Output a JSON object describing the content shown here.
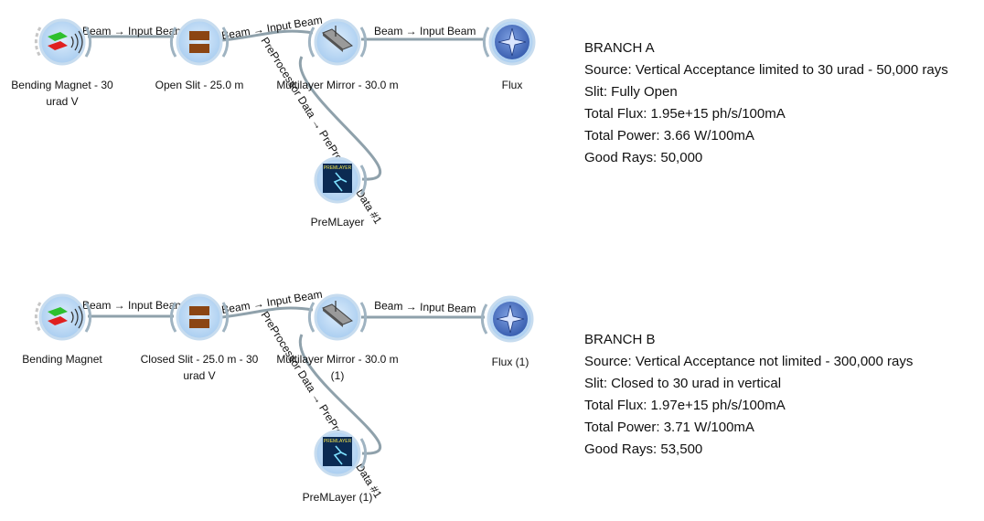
{
  "colors": {
    "link": "#8fa1ab",
    "node_halo": "#c7dcef",
    "node_fill": "#a9cdf0",
    "slit_brown": "#8b4513",
    "flux_blue": "#4a6fc3"
  },
  "link_label_beam": "Beam → Input Beam",
  "link_label_preprocessor": "PreProcessor Data → PreProcessor Data #1",
  "branch_a": {
    "nodes": {
      "source": {
        "label_line1": "Bending Magnet - 30",
        "label_line2": "urad V",
        "icon": "bending-magnet-icon"
      },
      "slit": {
        "label_line1": "Open Slit - 25.0 m",
        "label_line2": "",
        "icon": "slit-icon"
      },
      "mirror": {
        "label_line1": "Multilayer Mirror - 30.0 m",
        "label_line2": "",
        "icon": "mirror-icon"
      },
      "flux": {
        "label_line1": "Flux",
        "label_line2": "",
        "icon": "compass-icon"
      },
      "preml": {
        "label_line1": "PreMLayer",
        "label_line2": "",
        "icon": "premlayer-icon",
        "icon_text": "PREMLAYER"
      }
    },
    "info": {
      "title": "BRANCH A",
      "source": "Source: Vertical Acceptance limited to 30 urad - 50,000 rays",
      "slit": "Slit: Fully Open",
      "flux": "Total Flux: 1.95e+15 ph/s/100mA",
      "power": "Total Power: 3.66 W/100mA",
      "rays": "Good Rays: 50,000"
    }
  },
  "branch_b": {
    "nodes": {
      "source": {
        "label_line1": "Bending Magnet",
        "label_line2": "",
        "icon": "bending-magnet-icon"
      },
      "slit": {
        "label_line1": "Closed Slit - 25.0 m - 30",
        "label_line2": "urad V",
        "icon": "slit-icon"
      },
      "mirror": {
        "label_line1": "Multilayer Mirror - 30.0 m",
        "label_line2": "(1)",
        "icon": "mirror-icon"
      },
      "flux": {
        "label_line1": "Flux (1)",
        "label_line2": "",
        "icon": "compass-icon"
      },
      "preml": {
        "label_line1": "PreMLayer (1)",
        "label_line2": "",
        "icon": "premlayer-icon",
        "icon_text": "PREMLAYER"
      }
    },
    "info": {
      "title": "BRANCH B",
      "source": "Source: Vertical Acceptance not limited - 300,000 rays",
      "slit": "Slit: Closed to 30 urad in vertical",
      "flux": "Total Flux: 1.97e+15 ph/s/100mA",
      "power": "Total Power: 3.71 W/100mA",
      "rays": "Good Rays: 53,500"
    }
  }
}
